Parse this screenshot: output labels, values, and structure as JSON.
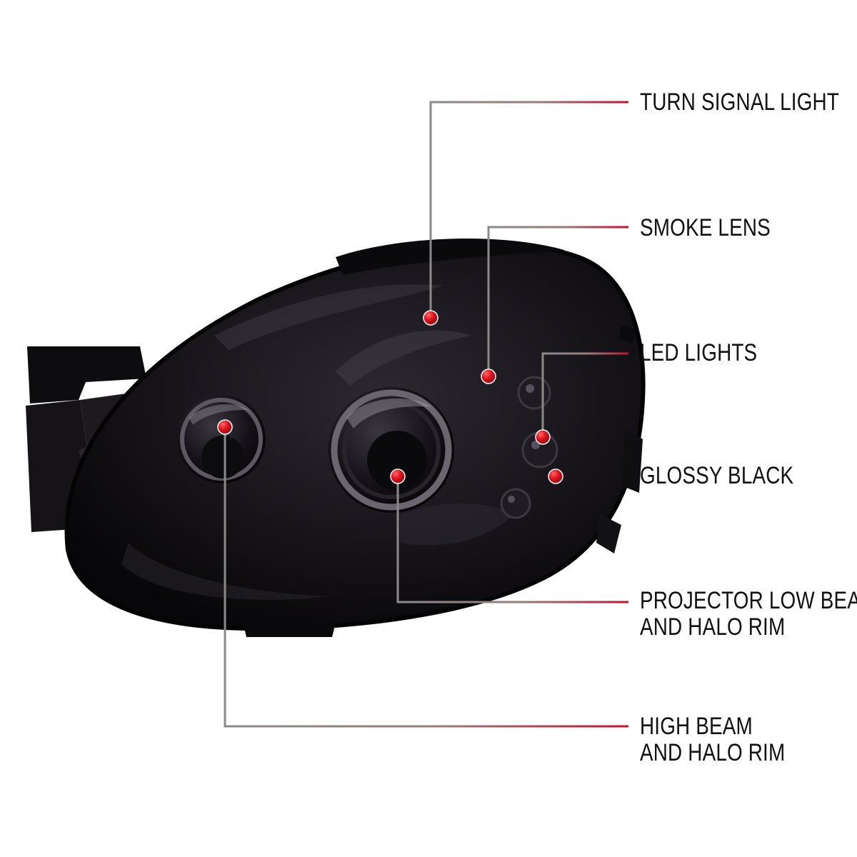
{
  "colors": {
    "background": "#ffffff",
    "label_text": "#111111",
    "leader_line": "#8a8a8a",
    "accent_line": "#c8102e",
    "marker_dot": "#e0141e",
    "lamp_body": "#141217"
  },
  "callouts": [
    {
      "id": "turn-signal-light",
      "lines": [
        "TURN SIGNAL LIGHT"
      ]
    },
    {
      "id": "smoke-lens",
      "lines": [
        "SMOKE LENS"
      ]
    },
    {
      "id": "led-lights",
      "lines": [
        "LED LIGHTS"
      ]
    },
    {
      "id": "glossy-black",
      "lines": [
        "GLOSSY BLACK"
      ]
    },
    {
      "id": "projector-low-beam",
      "lines": [
        "PROJECTOR LOW BEAM",
        "AND HALO RIM"
      ]
    },
    {
      "id": "high-beam",
      "lines": [
        "HIGH BEAM",
        "AND HALO RIM"
      ]
    }
  ]
}
